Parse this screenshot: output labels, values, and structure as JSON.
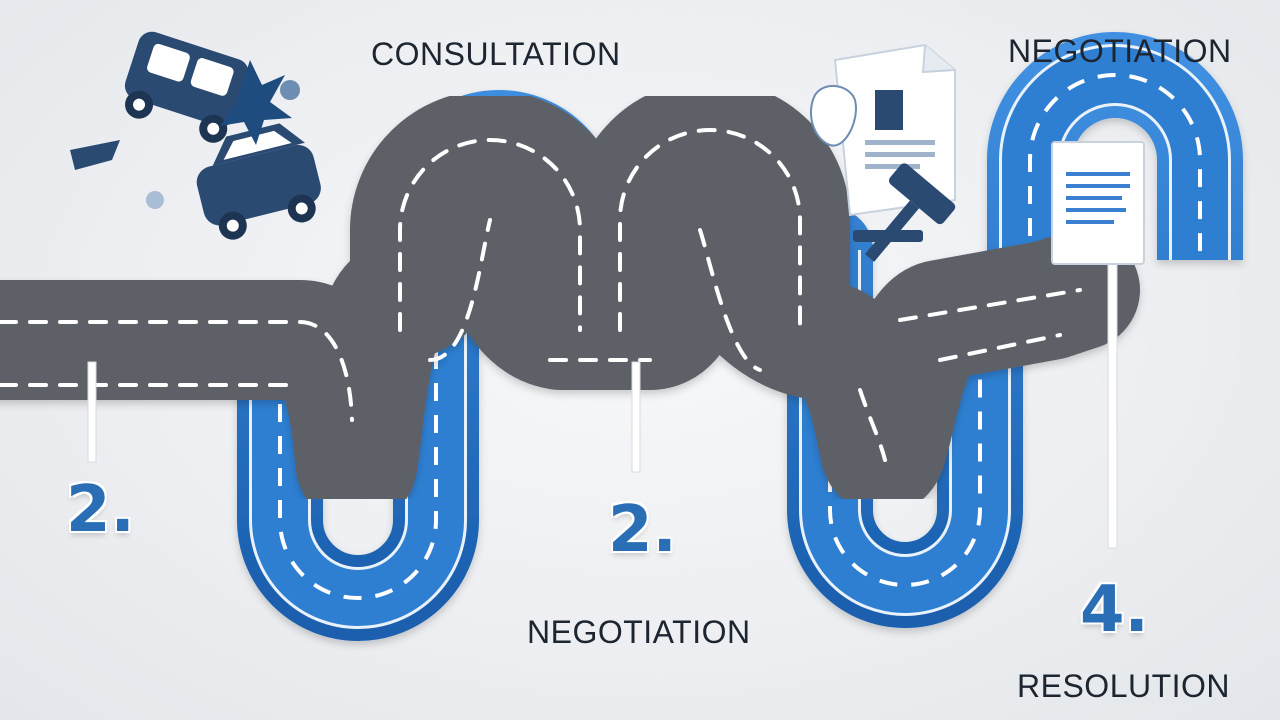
{
  "stages": {
    "consultation": "CONSULTATION",
    "negotiation_top": "NEGOTIATION",
    "negotiation_mid": "NEGOTIATION",
    "resolution": "RESOLUTION"
  },
  "markers": {
    "first": "2.",
    "second": "2.",
    "third": "4."
  },
  "icons": {
    "accident": "car-crash-icon",
    "legal": "gavel-document-icon",
    "signpost": "document-signpost-icon"
  },
  "colors": {
    "road": "#5d6166",
    "road_blue": "#1f6fc4",
    "text": "#1c2530",
    "marker": "#2a6fb5",
    "icon_navy": "#2b4a72"
  }
}
